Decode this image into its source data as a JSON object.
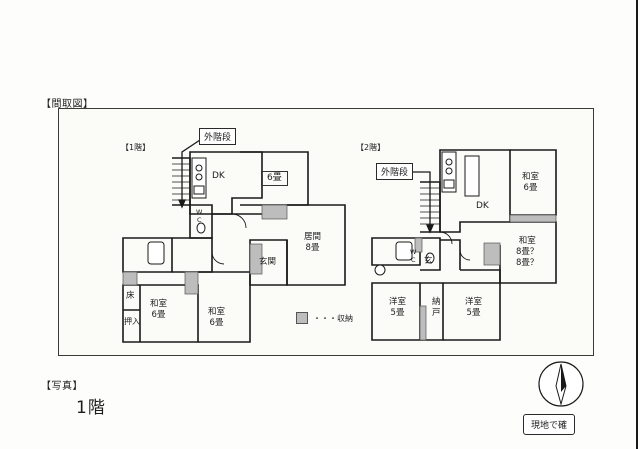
{
  "headings": {
    "floorplan": "【間取図】",
    "photo": "【写真】",
    "photo_title": "1階"
  },
  "floor1": {
    "label": "【1階】",
    "callout": "外階段",
    "dk": "DK",
    "room6": "6畳",
    "wc_w": "W",
    "wc_c": "C",
    "living": "居間",
    "living_size": "8畳",
    "entrance": "玄関",
    "toko": "床",
    "oshiire": "押入",
    "washitsu_left": "和室",
    "washitsu_left_size": "6畳",
    "washitsu_mid": "和室",
    "washitsu_mid_size": "6畳"
  },
  "floor2": {
    "label": "【2階】",
    "callout": "外階段",
    "dk": "DK",
    "washitsu_top": "和室",
    "washitsu_top_size": "6畳",
    "washitsu_right": "和室",
    "washitsu_right_size1": "8畳？",
    "washitsu_right_size2": "8畳？",
    "wc_w": "W",
    "wc_c": "C",
    "entrance": "玄",
    "youshitsu_left": "洋室",
    "youshitsu_left_size": "5畳",
    "nando1": "納",
    "nando2": "戸",
    "youshitsu_right": "洋室",
    "youshitsu_right_size": "5畳"
  },
  "legend": {
    "text": "・・・収納",
    "swatch_color": "#bdbdbd"
  },
  "note": {
    "text": "現地で確"
  }
}
